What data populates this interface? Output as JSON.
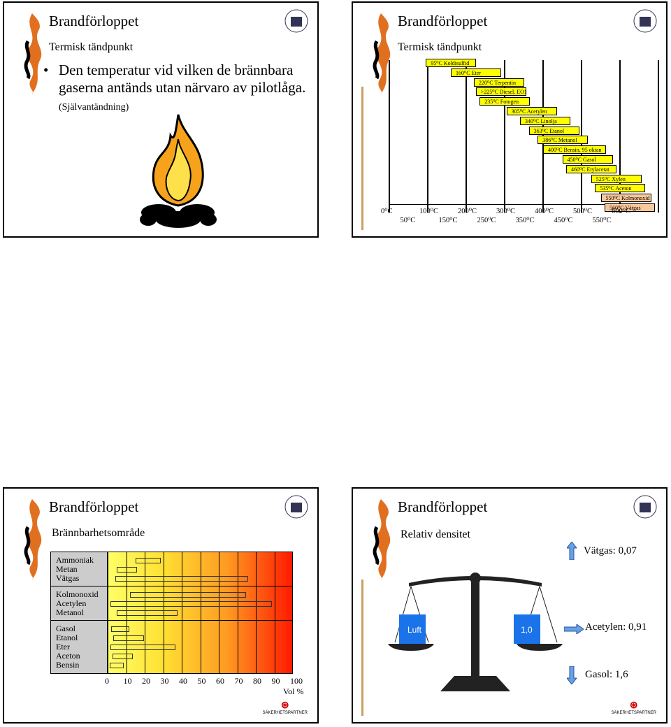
{
  "slides": {
    "s1": {
      "title": "Brandförloppet",
      "subtitle": "Termisk tändpunkt",
      "bullet_main": "Den temperatur vid vilken de brännbara gaserna antänds utan närvaro av pilotlåga.",
      "bullet_note": "(Självantändning)"
    },
    "s2": {
      "title": "Brandförloppet",
      "subtitle": "Termisk tändpunkt",
      "entries": [
        {
          "label": "95⁰C Koldisulfid",
          "temp": 95
        },
        {
          "label": "160⁰C Eter",
          "temp": 160
        },
        {
          "label": "220⁰C Terpentin",
          "temp": 220
        },
        {
          "label": ">225⁰C Diesel, EO1",
          "temp": 225
        },
        {
          "label": "235⁰C Fotogen",
          "temp": 235
        },
        {
          "label": "305⁰C Acetylen",
          "temp": 305
        },
        {
          "label": "340⁰C Linolja",
          "temp": 340
        },
        {
          "label": "363⁰C Etanol",
          "temp": 363
        },
        {
          "label": "386⁰C Metanol",
          "temp": 386
        },
        {
          "label": "400⁰C Bensin, 95 oktan",
          "temp": 400
        },
        {
          "label": "450⁰C Gasol",
          "temp": 450
        },
        {
          "label": "460⁰C Etylacetat",
          "temp": 460
        },
        {
          "label": "525⁰C Xylen",
          "temp": 525
        },
        {
          "label": "535⁰C Aceton",
          "temp": 535
        },
        {
          "label": "550⁰C Kolmonoxid",
          "temp": 550
        },
        {
          "label": "560⁰C Vätgas",
          "temp": 560
        }
      ],
      "ticks_top": [
        "0⁰C",
        "100⁰C",
        "200⁰C",
        "300⁰C",
        "400⁰C",
        "500⁰C",
        "600⁰C"
      ],
      "ticks_bottom": [
        "50⁰C",
        "150⁰C",
        "250⁰C",
        "350⁰C",
        "450⁰C",
        "550⁰C"
      ]
    },
    "s3": {
      "title": "Brandförloppet",
      "subtitle": "Brännbarhetsområde",
      "groups": [
        [
          "Ammoniak",
          "Metan",
          "Vätgas"
        ],
        [
          "Kolmonoxid",
          "Acetylen",
          "Metanol"
        ],
        [
          "Gasol",
          "Etanol",
          "Eter",
          "Aceton",
          "Bensin"
        ]
      ],
      "x_ticks": [
        "0",
        "10",
        "20",
        "30",
        "40",
        "50",
        "60",
        "70",
        "80",
        "90",
        "100"
      ],
      "x_unit": "Vol %",
      "brand": "SÄKERHETSPARTNER"
    },
    "s4": {
      "title": "Brandförloppet",
      "subtitle": "Relativ densitet",
      "left_box": "Luft",
      "right_box": "1,0",
      "items": [
        "Vätgas: 0,07",
        "Acetylen: 0,91",
        "Gasol: 1,6"
      ],
      "brand": "SÄKERHETSPARTNER"
    }
  },
  "chart_data": {
    "type": "bar",
    "title": "Brännbarhetsområde",
    "xlabel": "Vol %",
    "xlim": [
      0,
      100
    ],
    "categories": [
      "Ammoniak",
      "Metan",
      "Vätgas",
      "Kolmonoxid",
      "Acetylen",
      "Metanol",
      "Gasol",
      "Etanol",
      "Eter",
      "Aceton",
      "Bensin"
    ],
    "ranges": [
      [
        15,
        28
      ],
      [
        5,
        15
      ],
      [
        4,
        75
      ],
      [
        12,
        74
      ],
      [
        1.5,
        88
      ],
      [
        5,
        37
      ],
      [
        2,
        11
      ],
      [
        3,
        19
      ],
      [
        1.5,
        36
      ],
      [
        2.5,
        13
      ],
      [
        1,
        8
      ]
    ]
  },
  "colors": {
    "yellow": "#ffff00",
    "peach": "#f9c89a",
    "balance_blue": "#1a73e8"
  }
}
